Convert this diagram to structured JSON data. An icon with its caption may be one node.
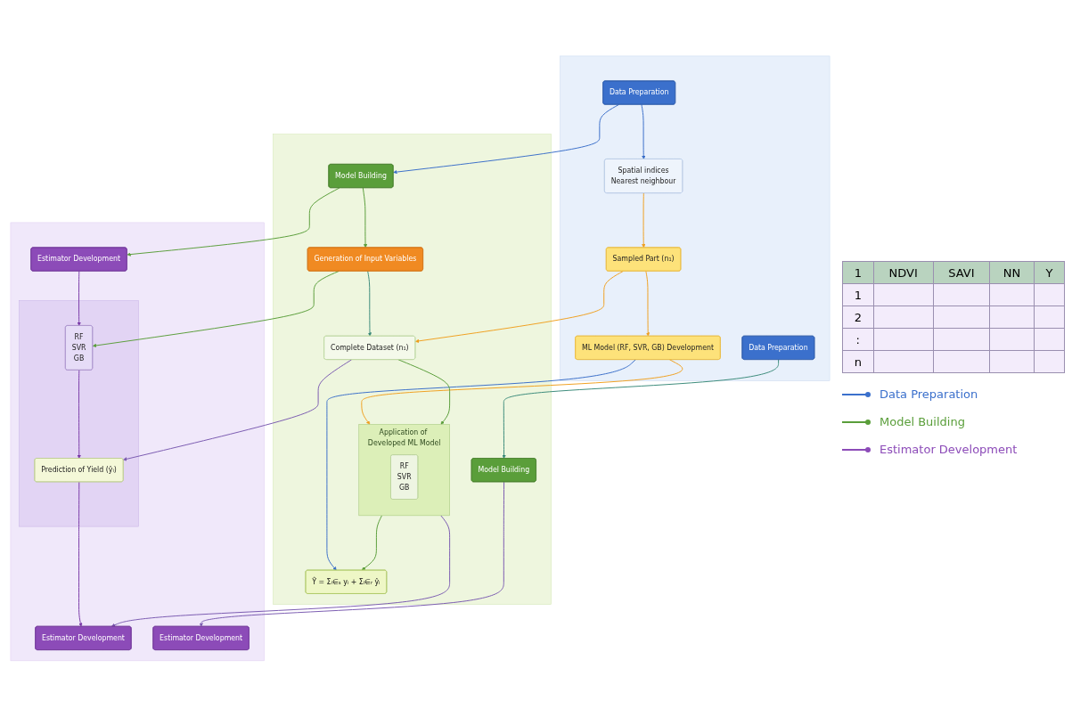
{
  "diagram": {
    "nodes": [
      {
        "text": [],
        "shape": "box"
      },
      {
        "text": [
          "Data Preparation"
        ],
        "in": 0
      },
      {
        "text": [
          "Spatial indices",
          "Nearest neighbour"
        ],
        "in": 0
      },
      {
        "text": [
          "Sampled Part (n₁)"
        ],
        "in": 0
      },
      {
        "text": [
          "ML Model (RF, SVR, GB) Development"
        ],
        "in": 0
      },
      {
        "text": [
          "Data Preparation"
        ],
        "in": 0
      },
      {
        "text": [],
        "shape": "box"
      },
      {
        "text": [
          "Model Building"
        ],
        "in": 6
      },
      {
        "text": [
          "Generation of Input Variables"
        ],
        "in": 6
      },
      {
        "text": [
          "Complete Dataset (n₁)"
        ],
        "in": 6
      },
      {
        "text": [
          "Application of Developed ML Model"
        ],
        "in": 6
      },
      {
        "text": [
          "RF",
          "SVR",
          "GB"
        ],
        "in": 10
      },
      {
        "text": [
          "Ŷ = Σᵢ∈ₛ yᵢ + Σᵢ∈ᵣ ŷᵢ"
        ],
        "in": 6
      },
      {
        "text": [
          "Model Building"
        ],
        "in": 6
      },
      {
        "text": [],
        "shape": "box"
      },
      {
        "text": [
          "Estimator Development"
        ],
        "in": 14
      },
      {
        "text": [],
        "shape": "box",
        "in": 14
      },
      {
        "text": [
          "RF",
          "SVR",
          "GB"
        ],
        "in": 16
      },
      {
        "text": [
          "Prediction of Yield (ŷᵢ)"
        ],
        "in": 16
      },
      {
        "text": [
          "Estimator Development"
        ],
        "in": 14
      },
      {
        "text": [
          "Estimator Development"
        ],
        "in": 14
      }
    ],
    "edges": [
      {
        "from": 1,
        "to": 7,
        "arrow": "to",
        "color": "#3a6fc9"
      },
      {
        "from": 7,
        "to": 15,
        "arrow": "to",
        "color": "#5a9e3a"
      },
      {
        "from": 1,
        "to": 2,
        "arrow": "to",
        "color": "#3a6fc9"
      },
      {
        "from": 2,
        "to": 3,
        "arrow": "to",
        "color": "#f0a020"
      },
      {
        "from": 3,
        "to": 4,
        "arrow": "to",
        "color": "#f0a020"
      },
      {
        "from": 3,
        "to": 9,
        "arrow": "to",
        "color": "#f0a020"
      },
      {
        "from": 4,
        "to": 10,
        "arrow": "to",
        "color": "#f0a020"
      },
      {
        "from": 4,
        "to": 12,
        "arrow": "to",
        "color": "#3a6fc9"
      },
      {
        "from": 7,
        "to": 8,
        "arrow": "to",
        "color": "#5a9e3a"
      },
      {
        "from": 8,
        "to": 9,
        "arrow": "to",
        "color": "#3a8a7a"
      },
      {
        "from": 8,
        "to": 17,
        "arrow": "to",
        "color": "#5a9e3a"
      },
      {
        "from": 9,
        "to": 18,
        "arrow": "to",
        "color": "#7a5ab0"
      },
      {
        "from": 9,
        "to": 10,
        "arrow": "to",
        "color": "#5a9e3a"
      },
      {
        "from": 10,
        "to": 12,
        "arrow": "to",
        "color": "#5a9e3a"
      },
      {
        "from": 10,
        "to": 19,
        "arrow": "to",
        "color": "#7a5ab0"
      },
      {
        "from": 15,
        "to": 17,
        "arrow": "to",
        "color": "#7a3aa8"
      },
      {
        "from": 17,
        "to": 18,
        "arrow": "to",
        "color": "#7a3aa8"
      },
      {
        "from": 18,
        "to": 19,
        "arrow": "to",
        "color": "#7a3aa8"
      },
      {
        "from": 5,
        "to": 13,
        "arrow": "to",
        "color": "#3a8a7a"
      },
      {
        "from": 13,
        "to": 20,
        "arrow": "to",
        "color": "#7a5ab0"
      }
    ],
    "labels": [
      "1",
      "NDVI",
      "SAVI",
      "NN",
      "Y",
      "1",
      "2",
      ":",
      "n"
    ],
    "legend": [
      {
        "text": "Data Preparation"
      },
      {
        "text": "Model Building"
      },
      {
        "text": "Estimator Development"
      }
    ]
  }
}
